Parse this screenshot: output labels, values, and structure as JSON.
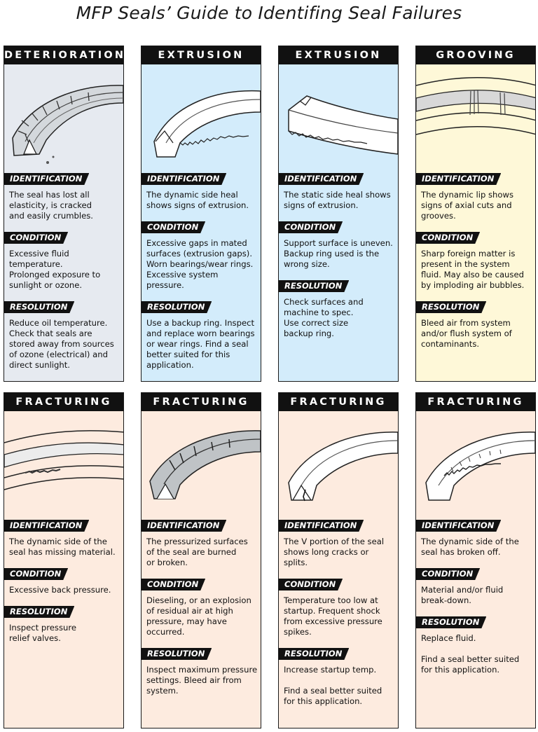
{
  "title": "MFP Seals’ Guide to Identifing Seal Failures",
  "colors": {
    "gray": "#e6eaf0",
    "blue": "#d3ecfb",
    "yellow": "#fef8d8",
    "peach": "#fdebdf",
    "header": "#111111"
  },
  "labels": {
    "identification": "IDENTIFICATION",
    "condition": "CONDITION",
    "resolution": "RESOLUTION"
  },
  "cards": [
    {
      "title": "DETERIORATION",
      "color": "gray",
      "image": "deteriorated-seal",
      "identification": "The seal has lost all\nelasticity, is cracked\nand easily crumbles.",
      "condition": "Excessive fluid temperature.\nProlonged exposure to\nsunlight or ozone.",
      "resolution": "Reduce oil temperature.\nCheck that seals are\nstored away from sources\nof ozone (electrical) and\ndirect sunlight."
    },
    {
      "title": "EXTRUSION",
      "color": "blue",
      "image": "extruded-dynamic-seal",
      "identification": "The dynamic side heal\nshows signs of extrusion.",
      "condition": "Excessive gaps in mated\nsurfaces (extrusion gaps).\nWorn bearings/wear rings.\nExcessive system pressure.",
      "resolution": "Use a backup ring. Inspect\nand replace worn bearings\nor wear rings. Find a seal\nbetter suited for this\napplication."
    },
    {
      "title": "EXTRUSION",
      "color": "blue",
      "image": "extruded-static-seal",
      "identification": "The static side heal shows\nsigns of extrusion.",
      "condition": "Support surface is uneven.\nBackup ring used is the\nwrong size.",
      "resolution": "Check surfaces and\nmachine to spec.\nUse correct size\nbackup ring."
    },
    {
      "title": "GROOVING",
      "color": "yellow",
      "image": "grooved-seal",
      "identification": "The dynamic lip shows\nsigns of axial cuts and\ngrooves.",
      "condition": "Sharp foreign matter is\npresent in the system\nfluid.  May also be caused\nby imploding air bubbles.",
      "resolution": "Bleed air from system\nand/or flush system of\ncontaminants."
    },
    {
      "title": "FRACTURING",
      "color": "peach",
      "image": "fractured-seal-missing-material",
      "identification": "The dynamic side of the\nseal has missing material.",
      "condition": "Excessive back pressure.",
      "resolution": "Inspect pressure\nrelief valves."
    },
    {
      "title": "FRACTURING",
      "color": "peach",
      "image": "fractured-seal-burned",
      "identification": "The pressurized surfaces\nof the seal are burned\nor broken.",
      "condition": "Dieseling, or an explosion\nof residual air at high\npressure, may have\noccurred.",
      "resolution": "Inspect maximum pressure\nsettings.  Bleed air from\nsystem."
    },
    {
      "title": "FRACTURING",
      "color": "peach",
      "image": "fractured-seal-cracked",
      "identification": "The V portion of the seal\nshows long cracks or splits.",
      "condition": "Temperature too low at\nstartup.  Frequent shock\nfrom excessive pressure\nspikes.",
      "resolution": "Increase startup temp.\n\nFind a seal better suited\nfor this application."
    },
    {
      "title": "FRACTURING",
      "color": "peach",
      "image": "fractured-seal-broken-off",
      "identification": "The dynamic side of the\nseal has broken off.",
      "condition": "Material and/or fluid\nbreak-down.",
      "resolution": "Replace fluid.\n\nFind a seal better suited\nfor this application."
    }
  ]
}
